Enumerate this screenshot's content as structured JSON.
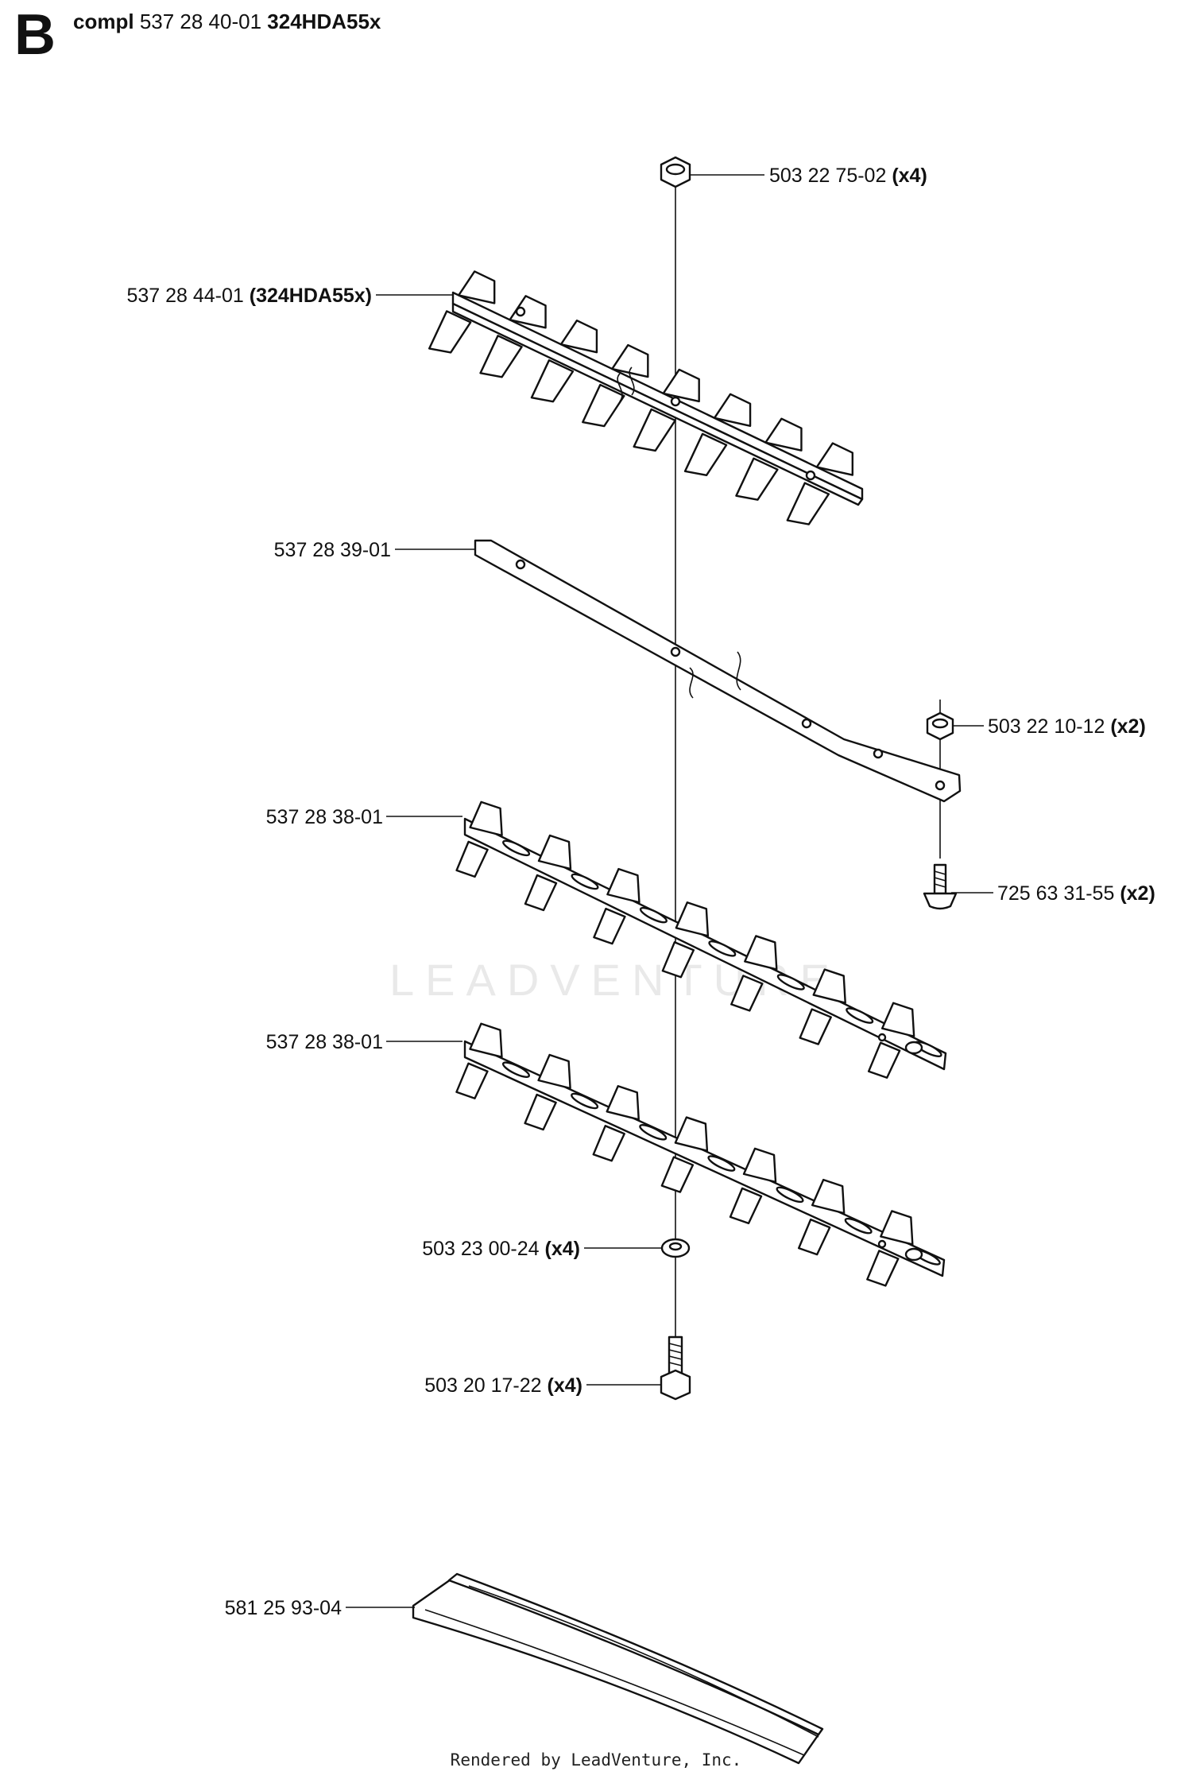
{
  "header": {
    "section_letter": "B",
    "prefix": "compl",
    "assembly_number": "537 28 40-01",
    "model": "324HDA55x"
  },
  "watermark": "LEADVENTURE",
  "footer": "Rendered by LeadVenture, Inc.",
  "parts": [
    {
      "id": "nut-top",
      "number": "503 22 75-02",
      "qty": "(x4)"
    },
    {
      "id": "blade-upper",
      "number": "537 28 44-01",
      "qty": "(324HDA55x)"
    },
    {
      "id": "guide-bar",
      "number": "537 28 39-01",
      "qty": ""
    },
    {
      "id": "nut-small",
      "number": "503 22 10-12",
      "qty": "(x2)"
    },
    {
      "id": "screw",
      "number": "725 63 31-55",
      "qty": "(x2)"
    },
    {
      "id": "blade-1",
      "number": "537 28 38-01",
      "qty": ""
    },
    {
      "id": "blade-2",
      "number": "537 28 38-01",
      "qty": ""
    },
    {
      "id": "washer",
      "number": "503 23 00-24",
      "qty": "(x4)"
    },
    {
      "id": "bolt",
      "number": "503 20 17-22",
      "qty": "(x4)"
    },
    {
      "id": "blade-guard",
      "number": "581 25 93-04",
      "qty": ""
    }
  ]
}
